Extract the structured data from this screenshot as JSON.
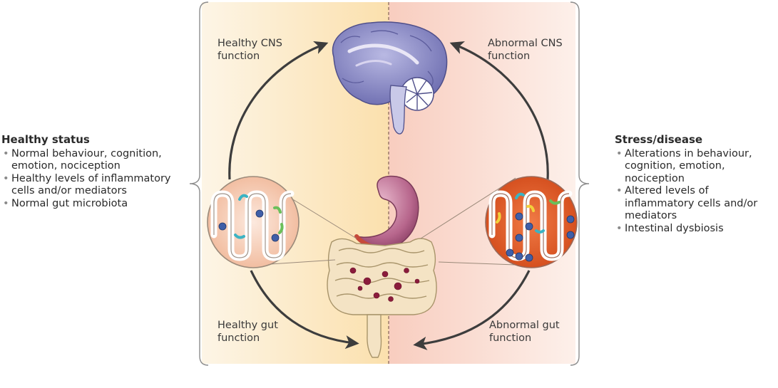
{
  "left_panel": {
    "heading": "Healthy status",
    "items": [
      {
        "text": "Normal behaviour, cognition, emotion, nociception"
      },
      {
        "text": "Healthy levels of inflammatory cells and/or mediators"
      },
      {
        "text": "Normal gut microbiota"
      }
    ]
  },
  "right_panel": {
    "heading": "Stress/disease",
    "items": [
      {
        "text": "Alterations in behaviour, cognition, emotion, nociception"
      },
      {
        "text": "Altered levels of inflammatory cells and/or mediators"
      },
      {
        "text": "Intestinal dysbiosis"
      }
    ]
  },
  "labels": {
    "healthy_cns": "Healthy CNS function",
    "abnormal_cns": "Abnormal CNS function",
    "healthy_gut": "Healthy gut function",
    "abnormal_gut": "Abnormal gut function"
  },
  "colors": {
    "healthy_bg": "#fbe3b6",
    "disease_bg": "#f7cfc5",
    "brain": "#8e8ec8",
    "cycle_arrow": "#3d3d3d",
    "divider": "#9a7a6a"
  },
  "icons": [
    "brain-icon",
    "stomach-icon",
    "intestine-icon",
    "gut-microbiota-inset-icon"
  ]
}
